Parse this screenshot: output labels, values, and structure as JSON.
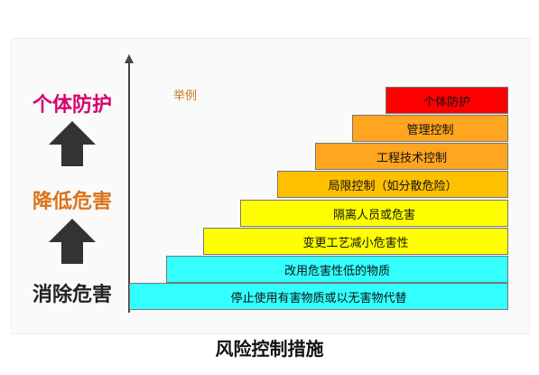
{
  "side_labels": {
    "top": "个体防护",
    "middle": "降低危害",
    "bottom": "消除危害"
  },
  "legend": "举例",
  "steps": [
    "停止使用有害物质或以无害物代替",
    "改用危害性低的物质",
    "变更工艺减小危害性",
    "隔离人员或危害",
    "局限控制（如分散危险）",
    "工程技术控制",
    "管理控制",
    "个体防护"
  ],
  "caption": "风险控制措施",
  "colors": {
    "top_label": "#d6006f",
    "middle_label": "#d9731a",
    "bottom_label": "#222222",
    "arrow": "#333333",
    "cyan": "#33ffff",
    "yellow": "#ffff00",
    "amber": "#ffc000",
    "orange": "#ffa51f",
    "red": "#ff0000"
  }
}
